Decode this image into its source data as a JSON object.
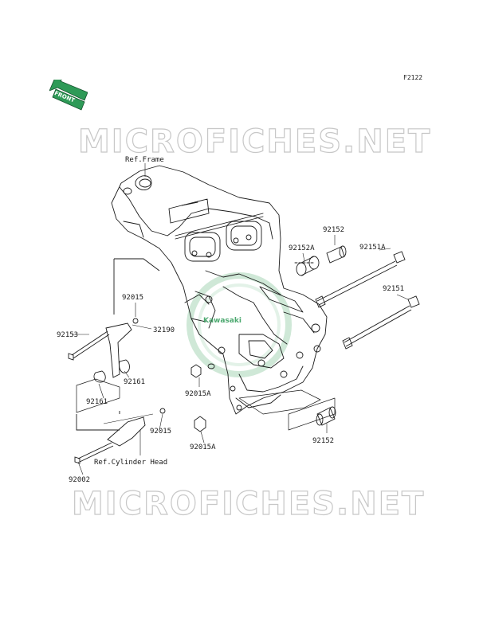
{
  "figure_code": "F2122",
  "front_label": "FRONT",
  "watermark_text": "MICROFICHES.NET",
  "brand_badge": "Kawasaki",
  "refs": {
    "frame": "Ref.Frame",
    "cylinder_head": "Ref.Cylinder Head"
  },
  "parts": {
    "p92152_top": "92152",
    "p92152a": "92152A",
    "p92151a": "92151A",
    "p92151": "92151",
    "p92015_top": "92015",
    "p32190": "32190",
    "p92153": "92153",
    "p92161_right": "92161",
    "p92161_left": "92161",
    "p92015a_top": "92015A",
    "p92015_mid": "92015",
    "p92015a_bottom": "92015A",
    "p92152_bottom": "92152",
    "p92002": "92002"
  },
  "colors": {
    "line": "#1a1a1a",
    "brand_green": "#2e9a57",
    "watermark": "#c7c7c7"
  }
}
